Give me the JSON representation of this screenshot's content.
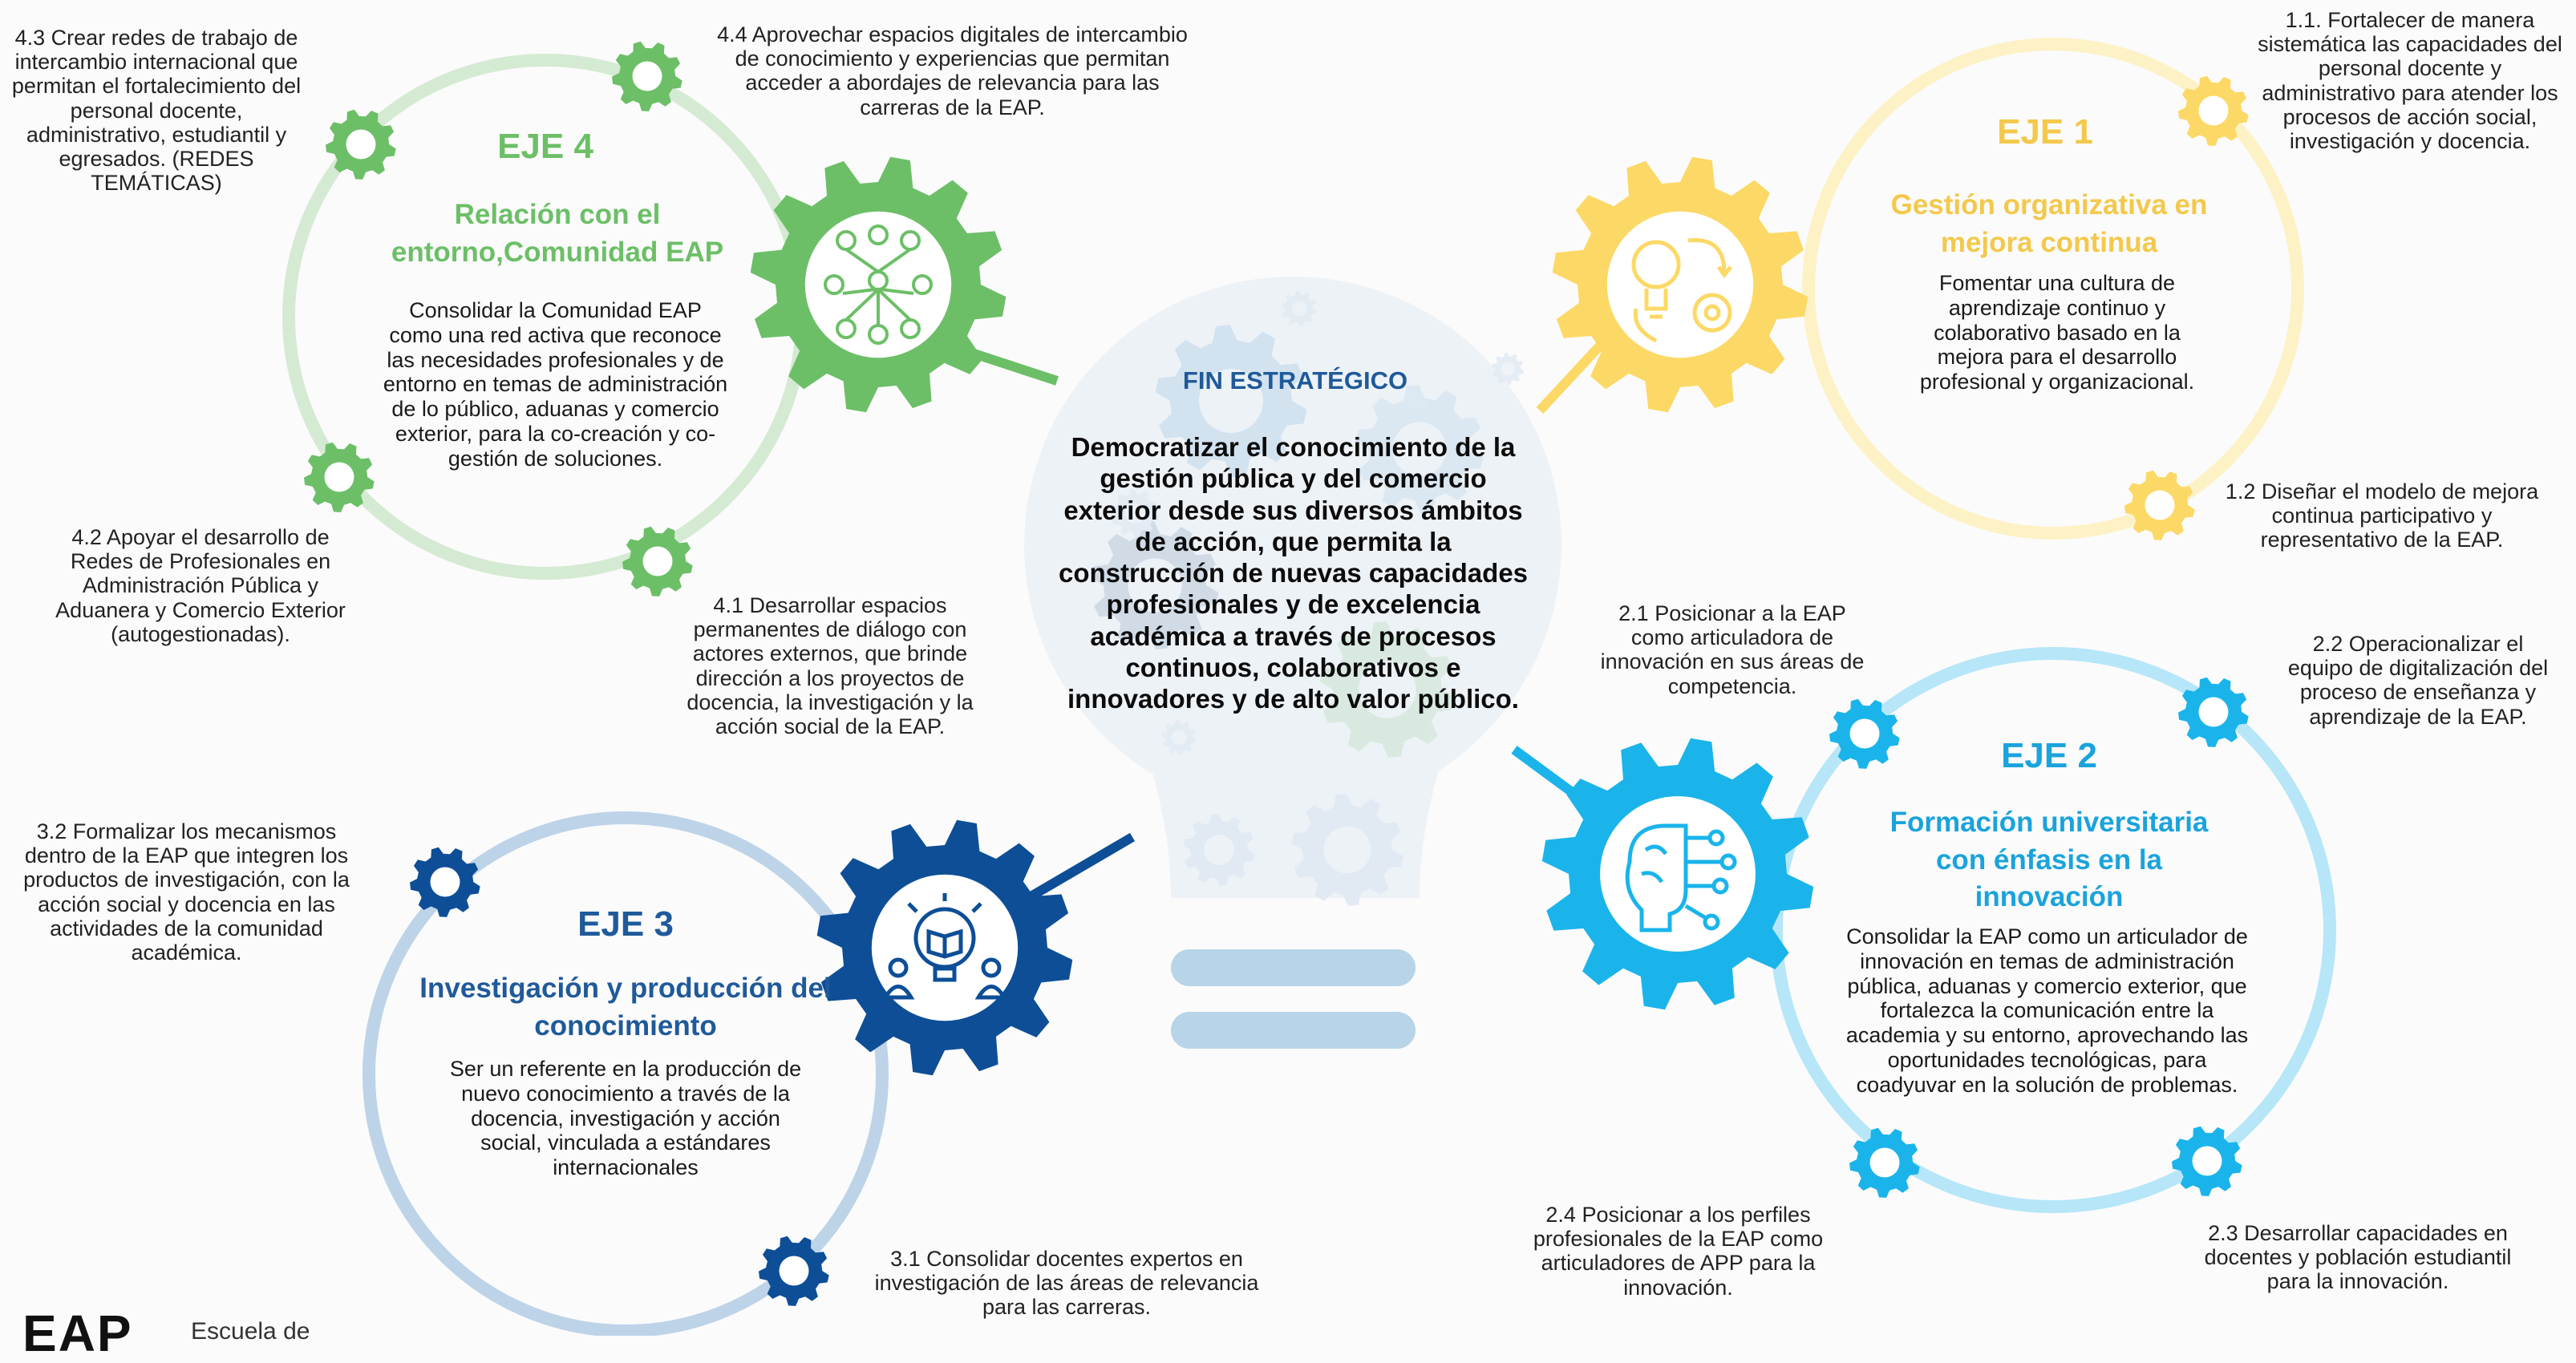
{
  "colors": {
    "eje1": "#fcd966",
    "eje1_text": "#f4c84b",
    "eje2": "#1ab4eb",
    "eje2_text": "#1aa3dc",
    "eje3": "#0d4e97",
    "eje3_text": "#1f5a9a",
    "eje4": "#6cbf67",
    "eje4_text": "#6cbf67",
    "bulb": "#d9e4ee"
  },
  "center": {
    "title": "FIN ESTRATÉGICO",
    "text": "Democratizar el conocimiento de la gestión pública y del comercio exterior desde sus diversos ámbitos de acción, que permita la construcción de nuevas capacidades profesionales y de excelencia académica a través de procesos continuos, colaborativos e innovadores y de alto valor público."
  },
  "eje1": {
    "title": "EJE 1",
    "subtitle": "Gestión organizativa en mejora continua",
    "description": "Fomentar una cultura de aprendizaje continuo y colaborativo basado en la mejora para el desarrollo profesional y organizacional.",
    "icon": "continuous-improvement-icon",
    "objectives": [
      "1.1. Fortalecer de manera sistemática las capacidades del personal docente y administrativo para atender los procesos de acción social, investigación y docencia.",
      "1.2 Diseñar el modelo de mejora continua participativo y representativo de la EAP."
    ]
  },
  "eje2": {
    "title": "EJE 2",
    "subtitle": "Formación universitaria con énfasis en la innovación",
    "description": "Consolidar la EAP como un articulador de innovación en temas de administración pública, aduanas y comercio exterior, que fortalezca la comunicación entre la academia y su entorno, aprovechando las oportunidades tecnológicas, para coadyuvar en la solución de problemas.",
    "icon": "innovation-brain-icon",
    "objectives": [
      "2.1 Posicionar a la EAP como articuladora de innovación en sus áreas de competencia.",
      "2.2 Operacionalizar el equipo de digitalización del proceso de enseñanza y aprendizaje de la EAP.",
      "2.3 Desarrollar capacidades en docentes y población estudiantil para la innovación.",
      "2.4 Posicionar a los perfiles profesionales de la EAP como articuladores de APP para la innovación."
    ]
  },
  "eje3": {
    "title": "EJE 3",
    "subtitle": "Investigación y  producción del conocimiento",
    "description": "Ser un referente en la producción de nuevo conocimiento a través de la docencia, investigación y acción social, vinculada a estándares internacionales",
    "icon": "research-book-icon",
    "objectives": [
      "3.1 Consolidar docentes expertos en investigación de las áreas de relevancia para las carreras.",
      "3.2 Formalizar los mecanismos dentro de la EAP que integren los productos de investigación, con la acción social y docencia en las actividades de la comunidad académica."
    ]
  },
  "eje4": {
    "title": "EJE 4",
    "subtitle": "Relación con el entorno,Comunidad EAP",
    "description": "Consolidar la Comunidad EAP como una red activa que reconoce las necesidades profesionales y de entorno en temas de administración de lo público, aduanas y comercio exterior, para la co-creación y co-gestión de soluciones.",
    "icon": "network-people-icon",
    "objectives": [
      "4.1 Desarrollar espacios permanentes de diálogo con actores externos, que brinde dirección a los proyectos de docencia, la investigación y la acción social de la EAP.",
      "4.2 Apoyar el desarrollo de Redes de Profesionales en Administración Pública y Aduanera y Comercio Exterior (autogestionadas).",
      "4.3 Crear redes de trabajo de intercambio internacional que permitan el fortalecimiento del personal docente, administrativo, estudiantil y egresados. (REDES TEMÁTICAS)",
      "4.4 Aprovechar espacios digitales de intercambio de conocimiento y experiencias que permitan acceder a abordajes de relevancia para las carreras de la EAP."
    ]
  },
  "logo": {
    "main": "EAP",
    "sub": "Escuela de"
  }
}
